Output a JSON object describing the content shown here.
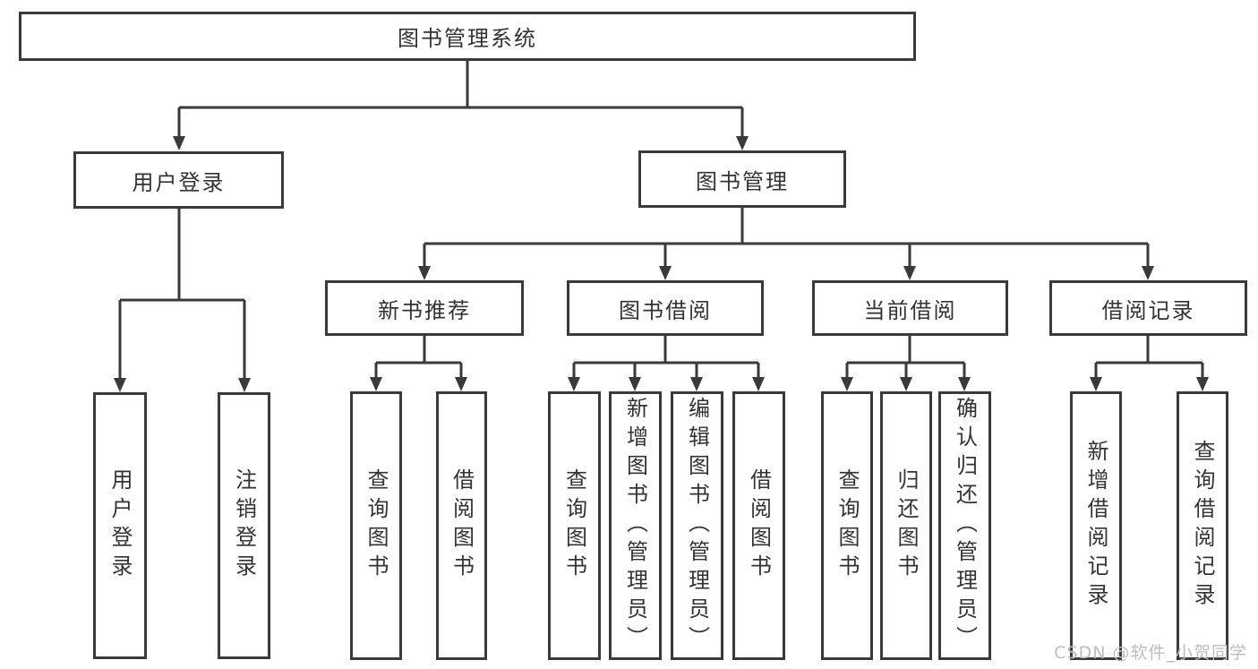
{
  "colors": {
    "line": "#3a3a3a",
    "text": "#333333",
    "watermark": "#bdbdbd",
    "bg": "#ffffff"
  },
  "watermark": "CSDN @软件_小贺同学",
  "tree": {
    "label": "图书管理系统",
    "children": [
      {
        "label": "用户登录",
        "children": [
          {
            "label": "用户登录"
          },
          {
            "label": "注销登录"
          }
        ]
      },
      {
        "label": "图书管理",
        "children": [
          {
            "label": "新书推荐",
            "children": [
              {
                "label": "查询图书"
              },
              {
                "label": "借阅图书"
              }
            ]
          },
          {
            "label": "图书借阅",
            "children": [
              {
                "label": "查询图书"
              },
              {
                "label": "新增图书（管理员）"
              },
              {
                "label": "编辑图书（管理员）"
              },
              {
                "label": "借阅图书"
              }
            ]
          },
          {
            "label": "当前借阅",
            "children": [
              {
                "label": "查询图书"
              },
              {
                "label": "归还图书"
              },
              {
                "label": "确认归还（管理员）"
              }
            ]
          },
          {
            "label": "借阅记录",
            "children": [
              {
                "label": "新增借阅记录"
              },
              {
                "label": "查询借阅记录"
              }
            ]
          }
        ]
      }
    ]
  }
}
